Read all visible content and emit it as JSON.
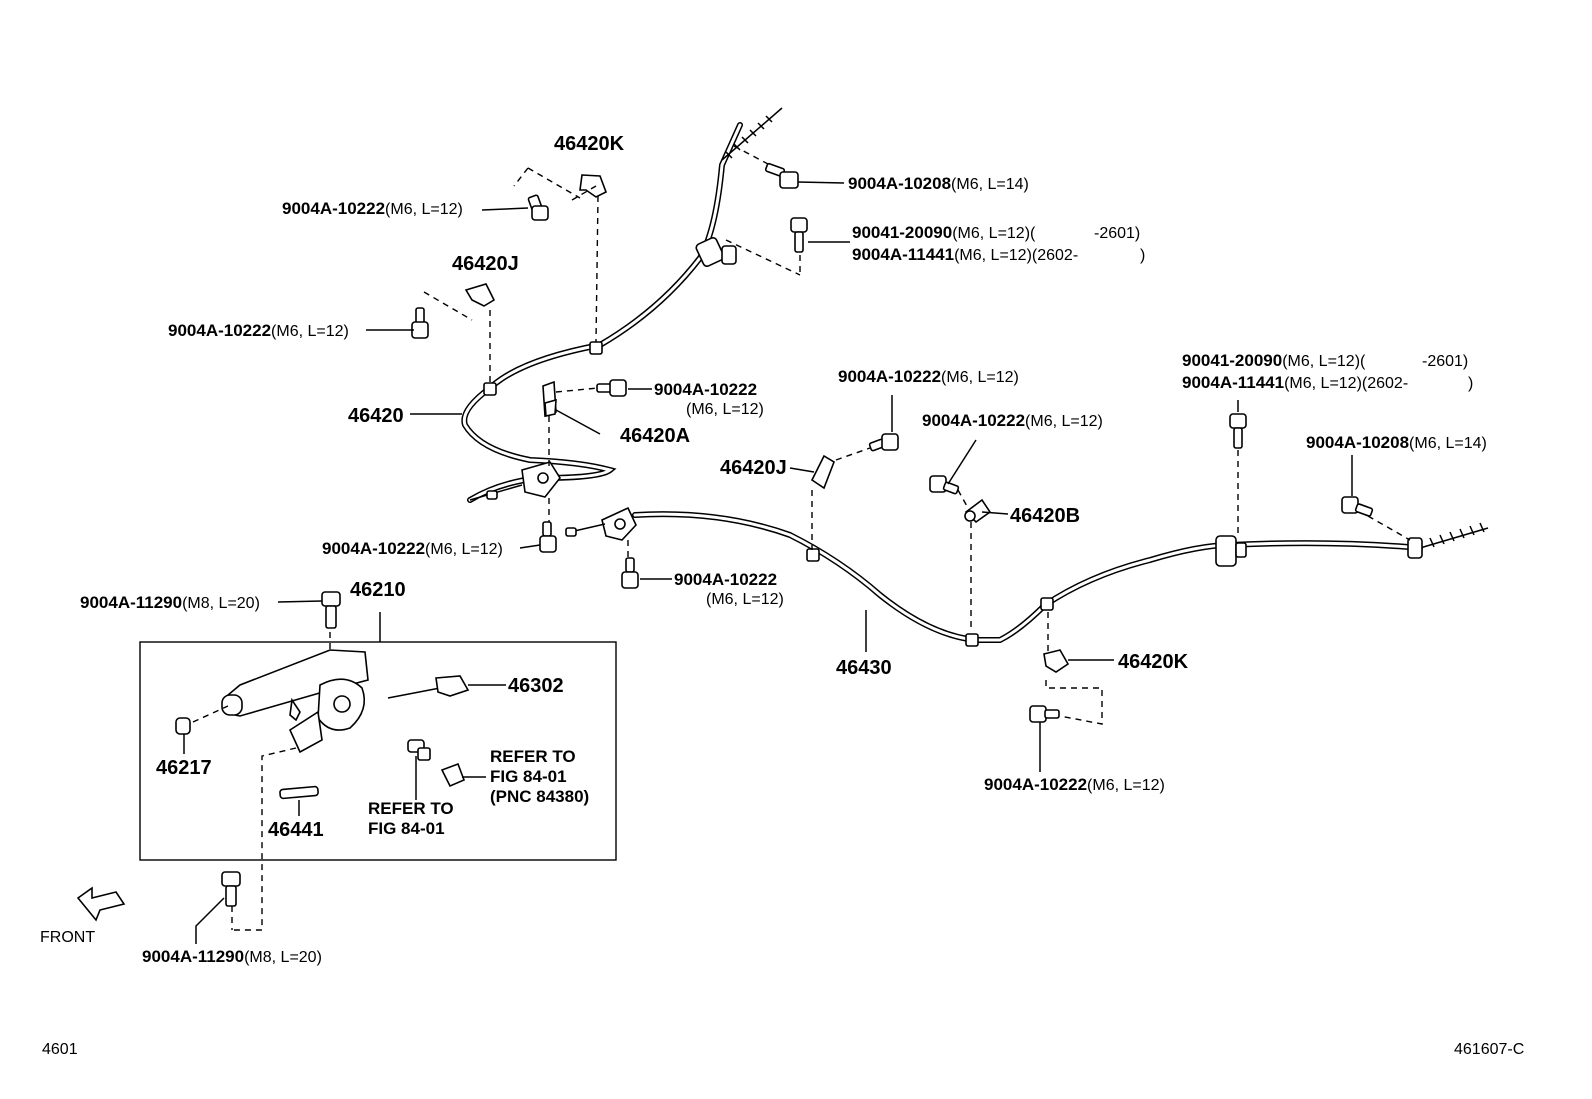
{
  "labels": {
    "p46420K_top": "46420K",
    "p46420J_top": "46420J",
    "p46420": "46420",
    "p46420A": "46420A",
    "p46420J_mid": "46420J",
    "p46420B": "46420B",
    "p46210": "46210",
    "p46302": "46302",
    "p46217": "46217",
    "p46441": "46441",
    "p46430": "46430",
    "p46420K_right": "46420K"
  },
  "callouts": {
    "b10208_top": {
      "pn": "9004A-10208",
      "spec": "(M6, L=14)"
    },
    "b10222_top": {
      "pn": "9004A-10222",
      "spec": "(M6, L=12)"
    },
    "b20090_top": {
      "pn": "90041-20090",
      "spec": "(M6, L=12)(",
      "range": "-2601)"
    },
    "b11441_top": {
      "pn": "9004A-11441",
      "spec": "(M6, L=12)(2602-",
      "range": ")"
    },
    "b10222_left": {
      "pn": "9004A-10222",
      "spec": "(M6, L=12)"
    },
    "b10222_a": {
      "pn": "9004A-10222",
      "spec": "(M6, L=12)"
    },
    "b10222_mid": {
      "pn": "9004A-10222",
      "spec": "(M6, L=12)"
    },
    "b10222_b": {
      "pn": "9004A-10222",
      "spec": "(M6, L=12)"
    },
    "b20090_right": {
      "pn": "90041-20090",
      "spec": "(M6, L=12)(",
      "range": "-2601)"
    },
    "b11441_right": {
      "pn": "9004A-11441",
      "spec": "(M6, L=12)(2602-",
      "range": ")"
    },
    "b10208_right": {
      "pn": "9004A-10208",
      "spec": "(M6, L=14)"
    },
    "b10222_lower": {
      "pn": "9004A-10222",
      "spec": "(M6, L=12)"
    },
    "b10222_c": {
      "pn": "9004A-10222",
      "spec": "(M6, L=12)"
    },
    "b11290_top": {
      "pn": "9004A-11290",
      "spec": "(M8, L=20)"
    },
    "b10222_bottom": {
      "pn": "9004A-10222",
      "spec": "(M6, L=12)"
    },
    "b11290_bottom": {
      "pn": "9004A-11290",
      "spec": "(M8, L=20)"
    }
  },
  "refer": {
    "line1": "REFER TO",
    "line2": "FIG 84-01",
    "line3": "(PNC 84380)",
    "line4": "REFER TO",
    "line5": "FIG 84-01"
  },
  "front_label": "FRONT",
  "page_number": "4601",
  "figure_code": "461607-C"
}
